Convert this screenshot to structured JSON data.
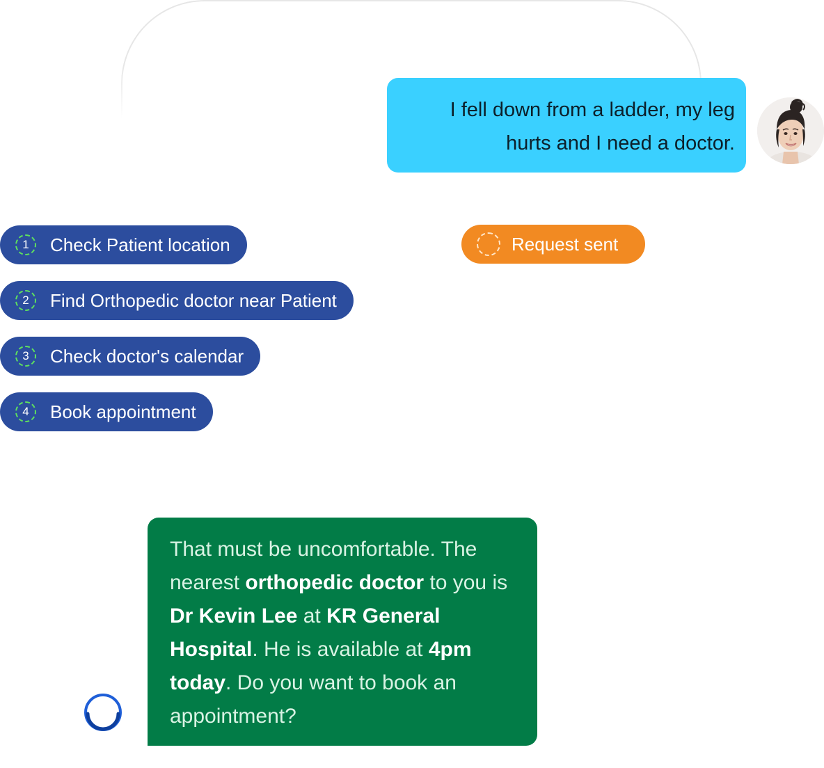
{
  "user_message": {
    "text": "I fell down from a ladder, my leg hurts and I need a doctor."
  },
  "steps": [
    {
      "number": "1",
      "label": "Check Patient location"
    },
    {
      "number": "2",
      "label": "Find Orthopedic doctor near Patient"
    },
    {
      "number": "3",
      "label": "Check doctor's calendar"
    },
    {
      "number": "4",
      "label": "Book appointment"
    }
  ],
  "status": {
    "label": "Request sent",
    "color": "#f28a22"
  },
  "bot_message": {
    "segments": [
      {
        "text": "That must be uncomfortable. The nearest ",
        "bold": false
      },
      {
        "text": "orthopedic doctor",
        "bold": true
      },
      {
        "text": " to you is ",
        "bold": false
      },
      {
        "text": "Dr Kevin Lee",
        "bold": true
      },
      {
        "text": " at ",
        "bold": false
      },
      {
        "text": "KR General Hospital",
        "bold": true
      },
      {
        "text": ". He is available at ",
        "bold": false
      },
      {
        "text": "4pm today",
        "bold": true
      },
      {
        "text": ". Do you want to book an appointment?",
        "bold": false
      }
    ]
  },
  "colors": {
    "user_bubble": "#3ad0ff",
    "step_pill": "#2c4d9e",
    "bot_bubble": "#027c47",
    "spinner": "#1f5fd8"
  },
  "icons": {
    "avatar": "user-avatar",
    "bot_status": "loading-spinner-icon",
    "status_indicator": "dashed-circle-icon"
  }
}
